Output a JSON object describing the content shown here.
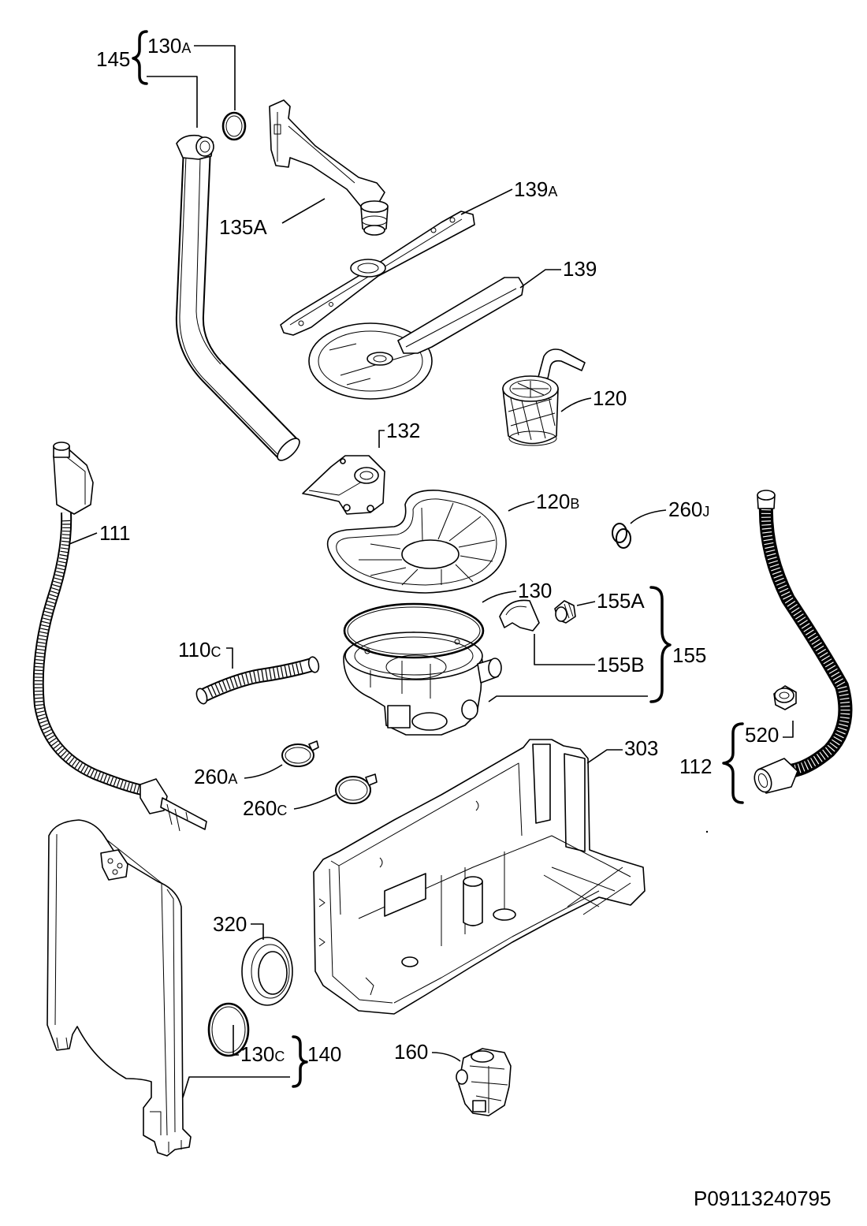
{
  "labels": {
    "145": {
      "text": "145"
    },
    "130A": {
      "text": "130",
      "suffix": "A"
    },
    "135A": {
      "text": "135A"
    },
    "139A": {
      "text": "139",
      "suffix": "A"
    },
    "139": {
      "text": "139"
    },
    "120": {
      "text": "120"
    },
    "132": {
      "text": "132"
    },
    "120B": {
      "text": "120",
      "suffix": "B"
    },
    "260J": {
      "text": "260",
      "suffix": "J"
    },
    "111": {
      "text": "111"
    },
    "130": {
      "text": "130"
    },
    "155A": {
      "text": "155A"
    },
    "155": {
      "text": "155"
    },
    "155B": {
      "text": "155B"
    },
    "110C": {
      "text": "110",
      "suffix": "C"
    },
    "260A": {
      "text": "260",
      "suffix": "A"
    },
    "260C": {
      "text": "260",
      "suffix": "C"
    },
    "303": {
      "text": "303"
    },
    "520": {
      "text": "520"
    },
    "112": {
      "text": "112"
    },
    "320": {
      "text": "320"
    },
    "130C": {
      "text": "130",
      "suffix": "C"
    },
    "140": {
      "text": "140"
    },
    "160": {
      "text": "160"
    }
  },
  "drawing_number": "P09113240795"
}
